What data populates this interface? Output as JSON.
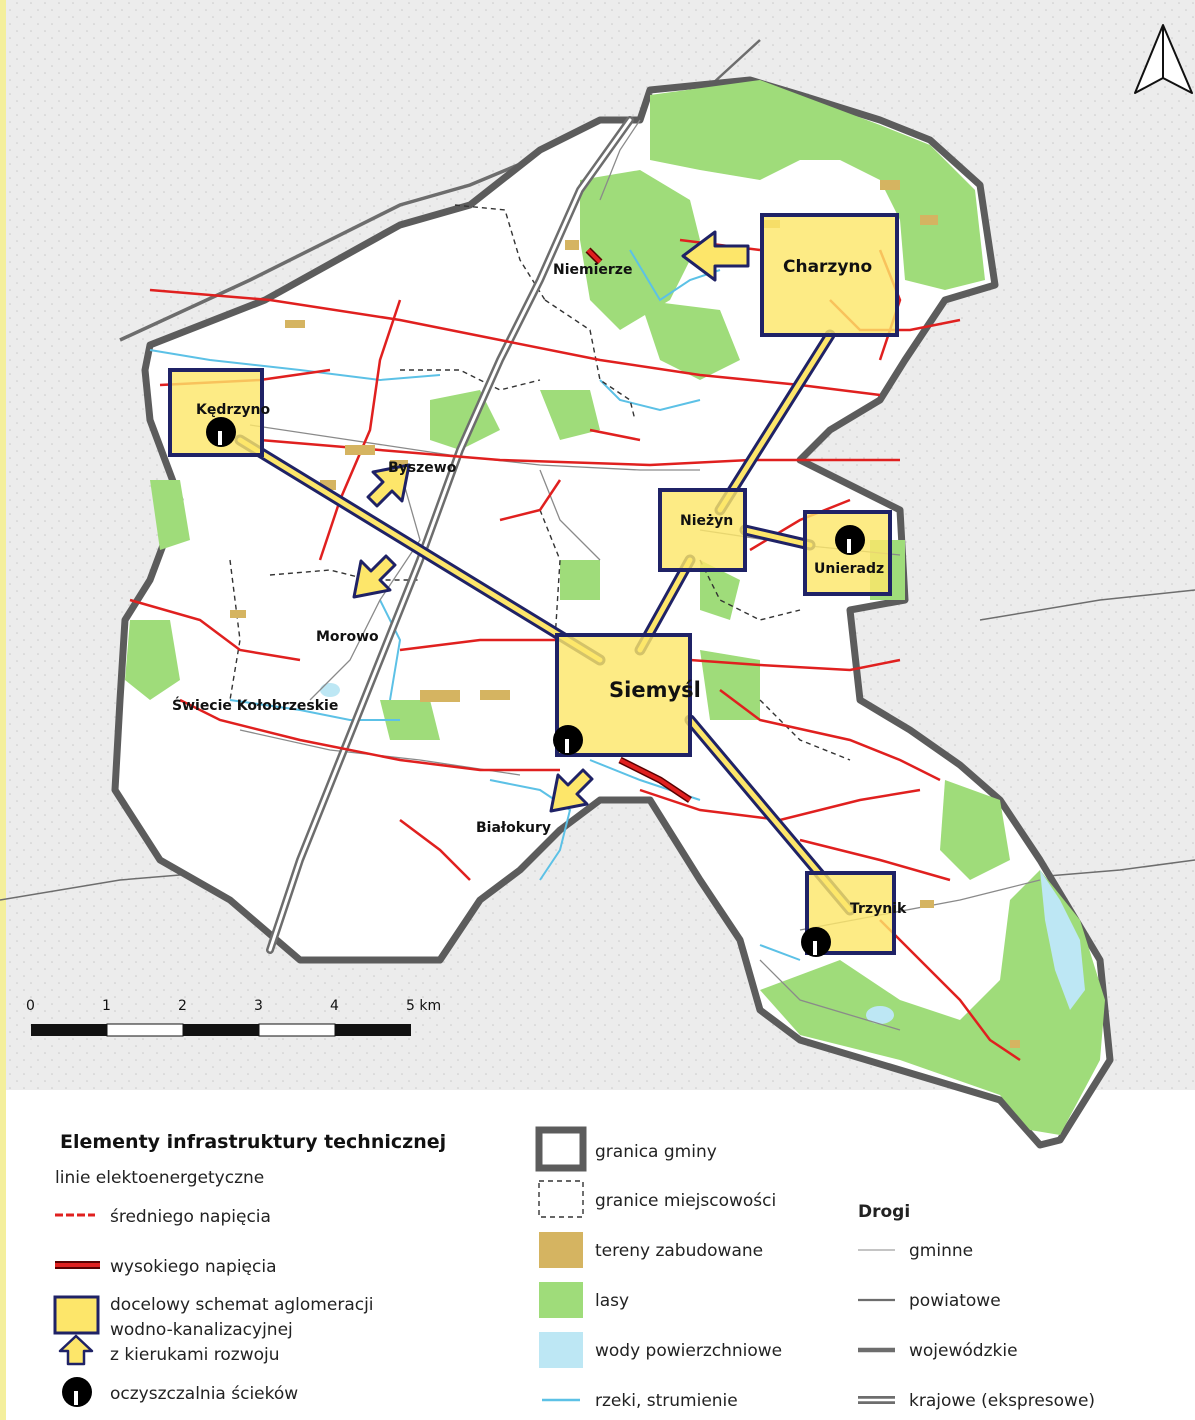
{
  "map": {
    "places": {
      "charzyno": "Charzyno",
      "niemierze": "Niemierze",
      "kedrzyno": "Kędrzyno",
      "byszewo": "Byszewo",
      "niezyn": "Nieżyn",
      "unieradz": "Unieradz",
      "morowo": "Morowo",
      "swiecie": "Świecie Kołobrzeskie",
      "siemysl": "Siemyśl",
      "bialokury": "Białokury",
      "trzynik": "Trzynik"
    },
    "scale": {
      "ticks": [
        "0",
        "1",
        "2",
        "3",
        "4",
        "5 km"
      ]
    },
    "north_arrow_icon": "north-arrow-icon"
  },
  "legend": {
    "title": "Elementy infrastruktury technicznej",
    "power_lines_heading": "linie elektoenergetyczne",
    "medium_voltage": "średniego napięcia",
    "high_voltage": "wysokiego napięcia",
    "agglomeration_line1": "docelowy schemat aglomeracji",
    "agglomeration_line2": "wodno-kanalizacyjnej",
    "agglomeration_line3": "z kierukami rozwoju",
    "treatment_plant": "oczyszczalnia ścieków",
    "commune_border": "granica gminy",
    "locality_borders": "granice miejscowości",
    "built_up": "tereny zabudowane",
    "forests": "lasy",
    "surface_waters": "wody powierzchniowe",
    "rivers": "rzeki, strumienie",
    "roads_heading": "Drogi",
    "road_communal": "gminne",
    "road_district": "powiatowe",
    "road_voivodeship": "wojewódzkie",
    "road_national": "krajowe (ekspresowe)"
  },
  "colors": {
    "forest": "#9fdc7a",
    "built": "#d5b461",
    "water": "#bde7f4",
    "river": "#5cc1e6",
    "agglomeration_fill": "#fde66a",
    "agglomeration_border": "#1f2266",
    "power_line": "#e0201f",
    "border": "#5c5c5c"
  }
}
